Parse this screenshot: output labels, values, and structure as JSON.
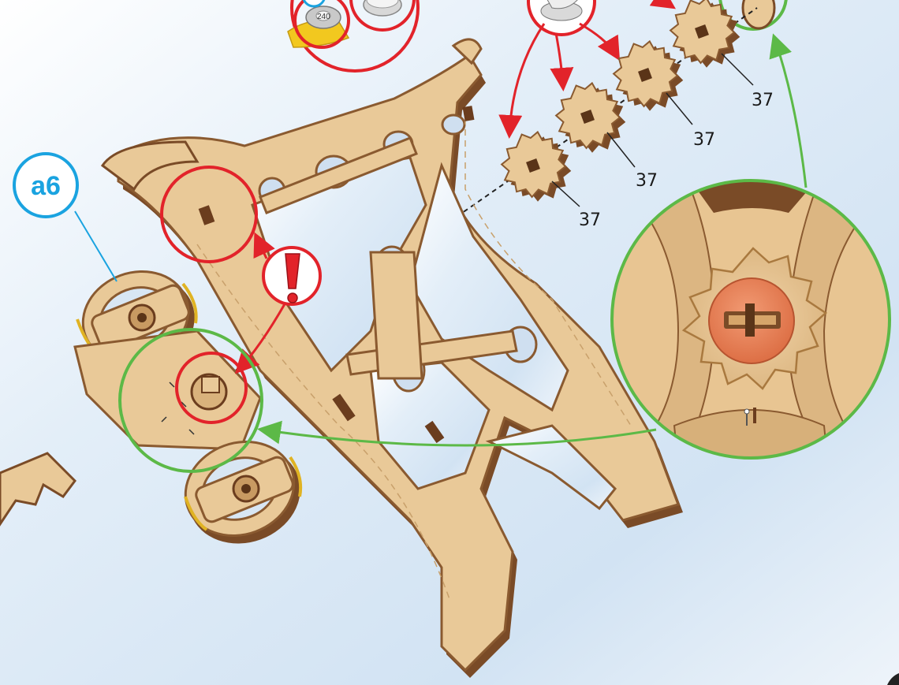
{
  "step_badge": {
    "label": "a6",
    "color": "#1aa3e0"
  },
  "part_labels": [
    "37",
    "37",
    "37",
    "37"
  ],
  "callouts": {
    "attention_mark": "!",
    "tape_roll_text": "240"
  },
  "colors": {
    "wood": "#e9c998",
    "wood_edge": "#7a4b27",
    "wood_dark": "#b98a55",
    "alert_red": "#e2232a",
    "detail_green": "#5cb947",
    "badge_blue": "#1aa3e0",
    "gear_center": "#e8875d",
    "rubber_band": "#e0b323",
    "background_top": "#d6e6f4",
    "background_bottom": "#ffffff"
  },
  "icons": [
    "exclamation-icon",
    "tape-roll-icon",
    "sandpaper-icon",
    "glue-icon",
    "arrow-icon"
  ]
}
